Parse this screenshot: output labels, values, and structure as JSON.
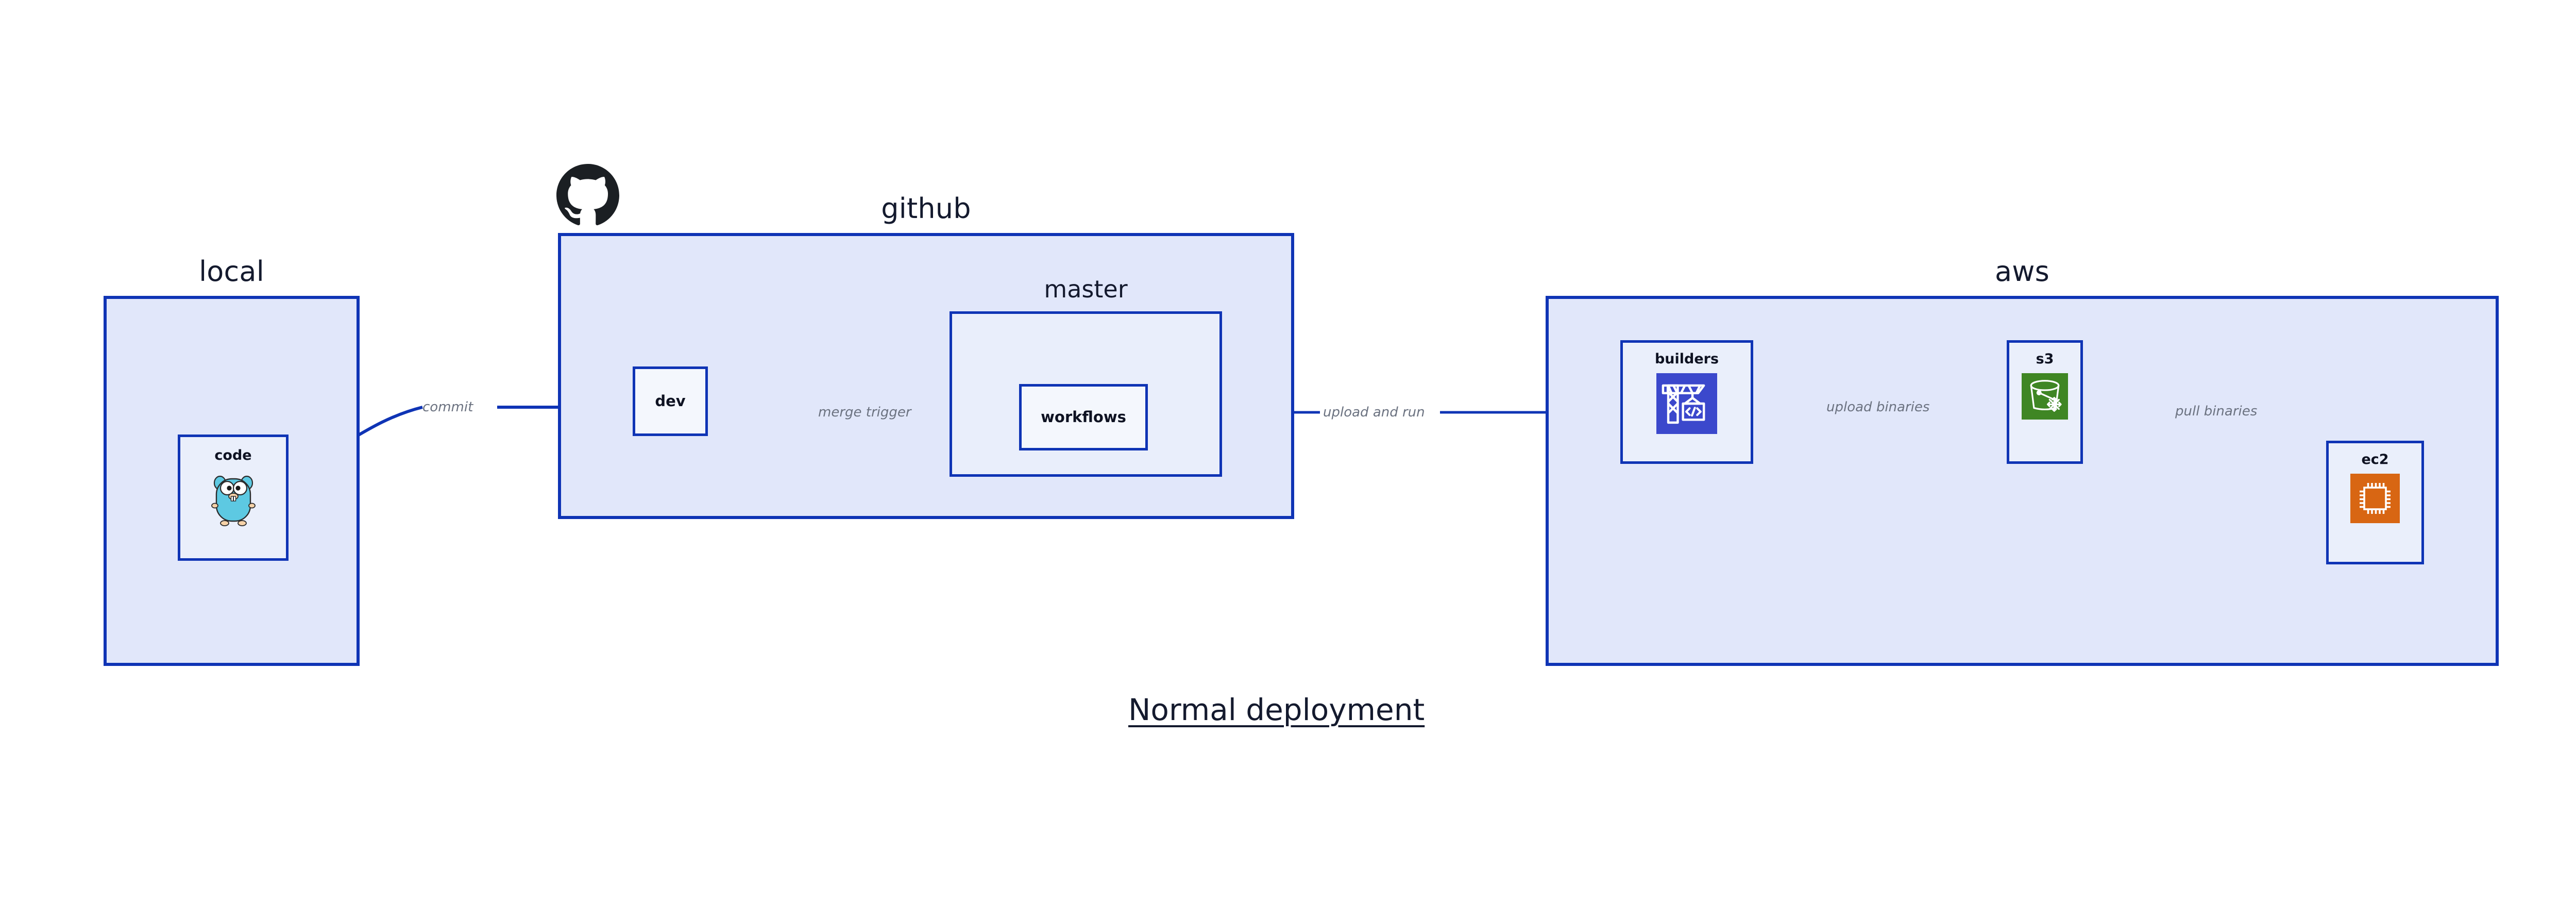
{
  "diagram": {
    "caption": "Normal deployment",
    "accent_color": "#0F34B5",
    "group_fill": "#E1E7FA",
    "node_fill": "#EAEFFB",
    "label_color": "#6B7280",
    "title_color": "#141A2E"
  },
  "groups": {
    "local": {
      "title": "local"
    },
    "github": {
      "title": "github",
      "logo": "github-octocat-logo"
    },
    "master": {
      "title": "master"
    },
    "aws": {
      "title": "aws"
    }
  },
  "nodes": {
    "code": {
      "label": "code",
      "icon": "golang-gopher-icon",
      "icon_color": "#5DC9E2"
    },
    "dev": {
      "label": "dev",
      "icon": "none"
    },
    "workflows": {
      "label": "workflows",
      "icon": "none"
    },
    "builders": {
      "label": "builders",
      "icon": "aws-codebuild-icon",
      "icon_color": "#3B48CC"
    },
    "s3": {
      "label": "s3",
      "icon": "aws-s3-glacier-icon",
      "icon_color": "#3F8624"
    },
    "ec2": {
      "label": "ec2",
      "icon": "aws-ec2-icon",
      "icon_color": "#D86613"
    }
  },
  "edges": [
    {
      "id": "commit",
      "label": "commit",
      "from": "code",
      "to": "dev"
    },
    {
      "id": "merge-trigger",
      "label": "merge trigger",
      "from": "dev",
      "to": "workflows"
    },
    {
      "id": "upload-and-run",
      "label": "upload and run",
      "from": "workflows",
      "to": "builders"
    },
    {
      "id": "upload-binaries",
      "label": "upload binaries",
      "from": "builders",
      "to": "s3"
    },
    {
      "id": "pull-binaries",
      "label": "pull binaries",
      "from": "s3",
      "to": "ec2"
    }
  ]
}
